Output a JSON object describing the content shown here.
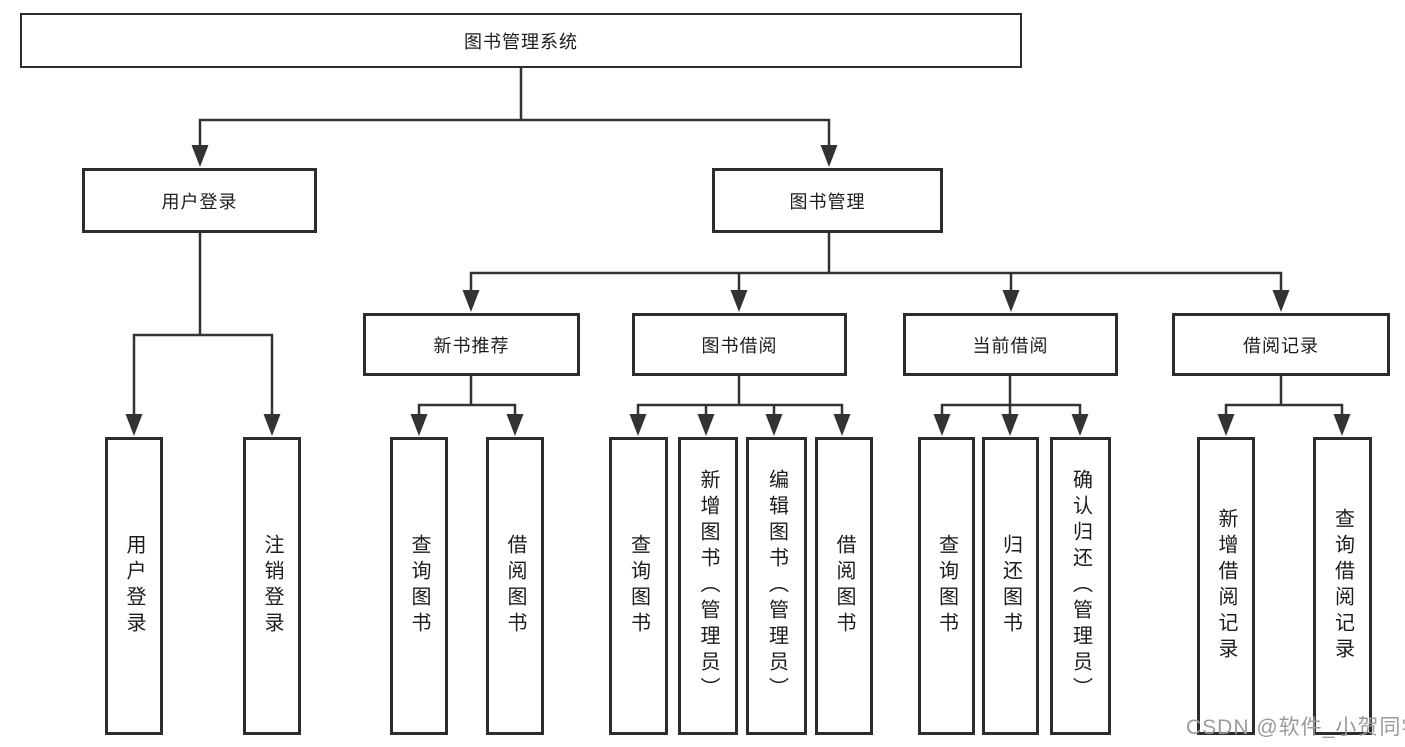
{
  "tree": {
    "root": {
      "label": "图书管理系统"
    },
    "branches": [
      {
        "label": "用户登录",
        "leaves": [
          {
            "label": "用户登录"
          },
          {
            "label": "注销登录"
          }
        ]
      },
      {
        "label": "图书管理",
        "sections": [
          {
            "label": "新书推荐",
            "leaves": [
              {
                "label": "查询图书"
              },
              {
                "label": "借阅图书"
              }
            ]
          },
          {
            "label": "图书借阅",
            "leaves": [
              {
                "label": "查询图书"
              },
              {
                "label": "新增图书（管理员）"
              },
              {
                "label": "编辑图书（管理员）"
              },
              {
                "label": "借阅图书"
              }
            ]
          },
          {
            "label": "当前借阅",
            "leaves": [
              {
                "label": "查询图书"
              },
              {
                "label": "归还图书"
              },
              {
                "label": "确认归还（管理员）"
              }
            ]
          },
          {
            "label": "借阅记录",
            "leaves": [
              {
                "label": "新增借阅记录"
              },
              {
                "label": "查询借阅记录"
              }
            ]
          }
        ]
      }
    ]
  },
  "watermark": {
    "text": "CSDN @软件_小贺同学"
  },
  "colors": {
    "line": "#333333",
    "box_border": "#2d2d2d",
    "text": "#1c1c1c",
    "background": "#ffffff",
    "watermark": "#9b9b9b"
  }
}
